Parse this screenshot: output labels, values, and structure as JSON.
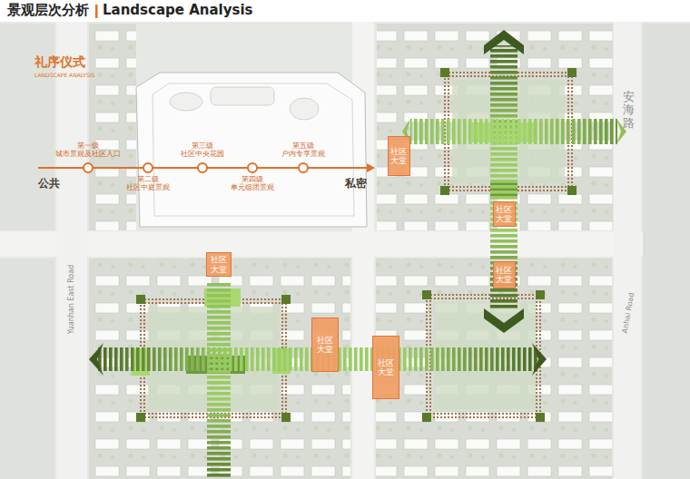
{
  "diagram": {
    "title": "景观层次分析",
    "nodes": [
      {
        "text": [
          "社区大堂"
        ]
      },
      {
        "text": [
          "社区大堂"
        ]
      },
      {
        "text": [
          "社区大堂"
        ]
      },
      {
        "text": [
          "社区大堂"
        ]
      },
      {
        "text": [
          "社区大堂"
        ]
      },
      {
        "text": [
          "社区大堂"
        ]
      }
    ],
    "labels": [
      "Landscape Analysis",
      "礼序仪式",
      "LANDSCAPE ANALYSIS",
      "公共",
      "第一级 城市景观及社区入口",
      "第二级 社区中庭景观",
      "第三级 社区中央花园",
      "第四级 单元组团景观",
      "第五级 户内专享景观",
      "私密",
      "安海路",
      "Yuanhan East Road",
      "Anhai Road"
    ]
  }
}
